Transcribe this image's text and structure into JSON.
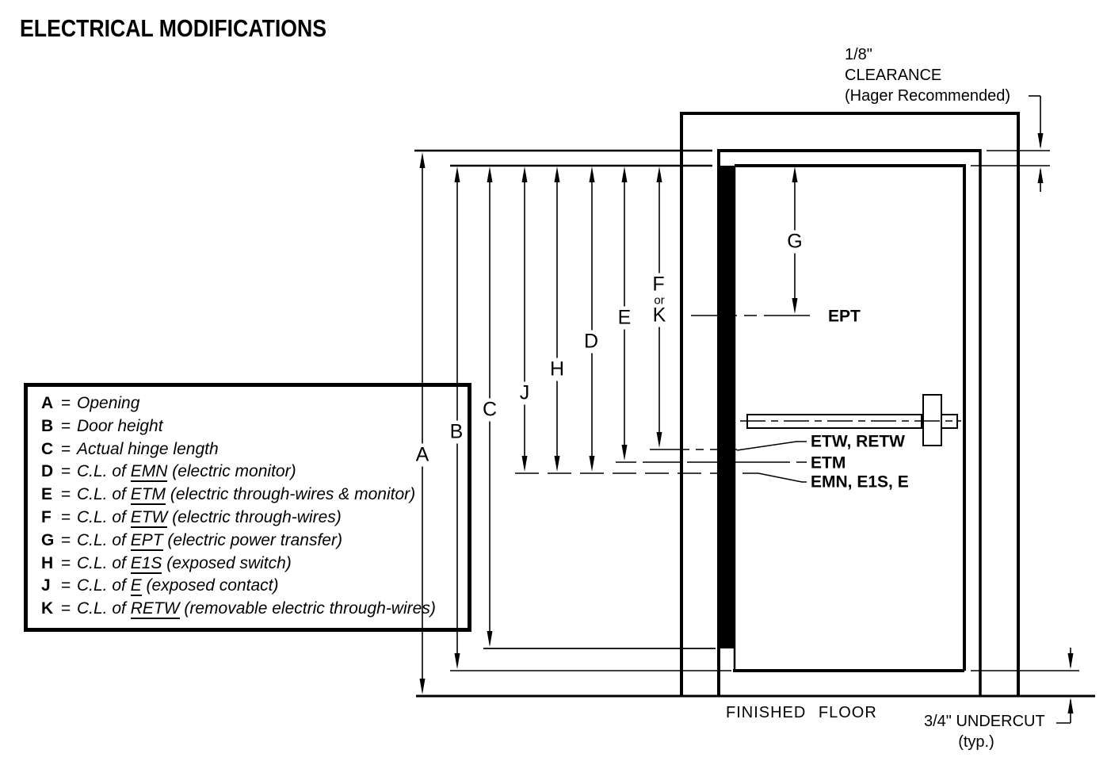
{
  "title": "ELECTRICAL MODIFICATIONS",
  "legend": {
    "eq": "=",
    "items": [
      {
        "letter": "A",
        "pre": "Opening",
        "abbr": "",
        "post": ""
      },
      {
        "letter": "B",
        "pre": "Door height",
        "abbr": "",
        "post": ""
      },
      {
        "letter": "C",
        "pre": "Actual hinge length",
        "abbr": "",
        "post": ""
      },
      {
        "letter": "D",
        "pre": "C.L. of ",
        "abbr": "EMN",
        "post": " (electric monitor)"
      },
      {
        "letter": "E",
        "pre": "C.L. of ",
        "abbr": "ETM",
        "post": " (electric through-wires & monitor)"
      },
      {
        "letter": "F",
        "pre": "C.L. of ",
        "abbr": "ETW",
        "post": " (electric through-wires)"
      },
      {
        "letter": "G",
        "pre": "C.L. of ",
        "abbr": "EPT",
        "post": " (electric power transfer)"
      },
      {
        "letter": "H",
        "pre": "C.L. of ",
        "abbr": "E1S",
        "post": " (exposed switch)"
      },
      {
        "letter": "J",
        "pre": "C.L. of ",
        "abbr": "E",
        "post": " (exposed contact)"
      },
      {
        "letter": "K",
        "pre": "C.L. of ",
        "abbr": "RETW",
        "post": " (removable electric through-wires)"
      }
    ]
  },
  "dims": {
    "A": "A",
    "B": "B",
    "C": "C",
    "D": "D",
    "E": "E",
    "F": "F",
    "or": "or",
    "K": "K",
    "G": "G",
    "H": "H",
    "J": "J"
  },
  "annotations": {
    "clearance_line1": "1/8\"",
    "clearance_line2": "CLEARANCE",
    "clearance_line3": "(Hager Recommended)",
    "ept": "EPT",
    "etw_retw": "ETW, RETW",
    "etm": "ETM",
    "emn_e1s_e": "EMN, E1S, E",
    "finished_floor": "FINISHED FLOOR",
    "undercut": "3/4\" UNDERCUT",
    "typ": "(typ.)"
  },
  "colors": {
    "line": "#000000",
    "background": "#ffffff",
    "hinge_fill": "#000000"
  }
}
